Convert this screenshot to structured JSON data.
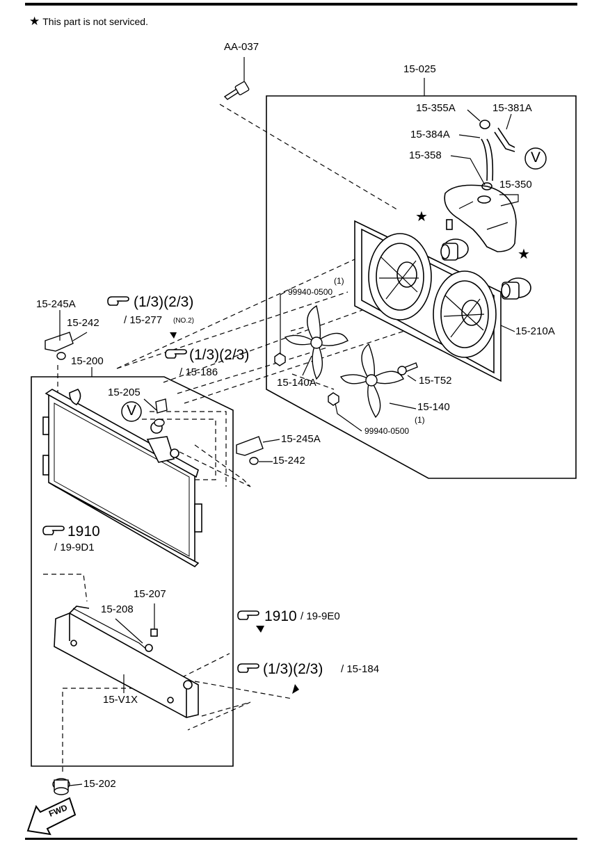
{
  "note": {
    "star": "★",
    "text": "This part is not serviced."
  },
  "circle_v_label": "V",
  "stars": [
    "★",
    "★"
  ],
  "fwd_label": "FWD",
  "parts": {
    "aa037": "AA-037",
    "p15_025": "15-025",
    "p15_355a": "15-355A",
    "p15_381a": "15-381A",
    "p15_384a": "15-384A",
    "p15_358": "15-358",
    "p15_350": "15-350",
    "p99940_top_qty": "(1)",
    "p99940_top": "99940-0500",
    "p15_210a": "15-210A",
    "p15_140a": "15-140A",
    "p15_t52": "15-T52",
    "p15_140": "15-140",
    "p99940_bot_qty": "(1)",
    "p99940_bot": "99940-0500",
    "p15_245a_left": "15-245A",
    "p15_242_left": "15-242",
    "p15_200": "15-200",
    "p15_205": "15-205",
    "p15_245a_right": "15-245A",
    "p15_242_right": "15-242",
    "p15_207": "15-207",
    "p15_208": "15-208",
    "p15_v1x": "15-V1X",
    "p15_202": "15-202"
  },
  "refs": {
    "ref1": {
      "main": "(1/3)(2/3)",
      "sub": "/ 15-277",
      "suffix": "(NO.2)"
    },
    "ref2": {
      "main": "(1/3)(2/3)",
      "sub": "/ 15-186"
    },
    "ref3": {
      "main": "1910",
      "sub": "/ 19-9D1"
    },
    "ref4": {
      "main": "1910",
      "sub": "/ 19-9E0"
    },
    "ref5": {
      "main": "(1/3)(2/3)",
      "sub": "/ 15-184"
    }
  }
}
